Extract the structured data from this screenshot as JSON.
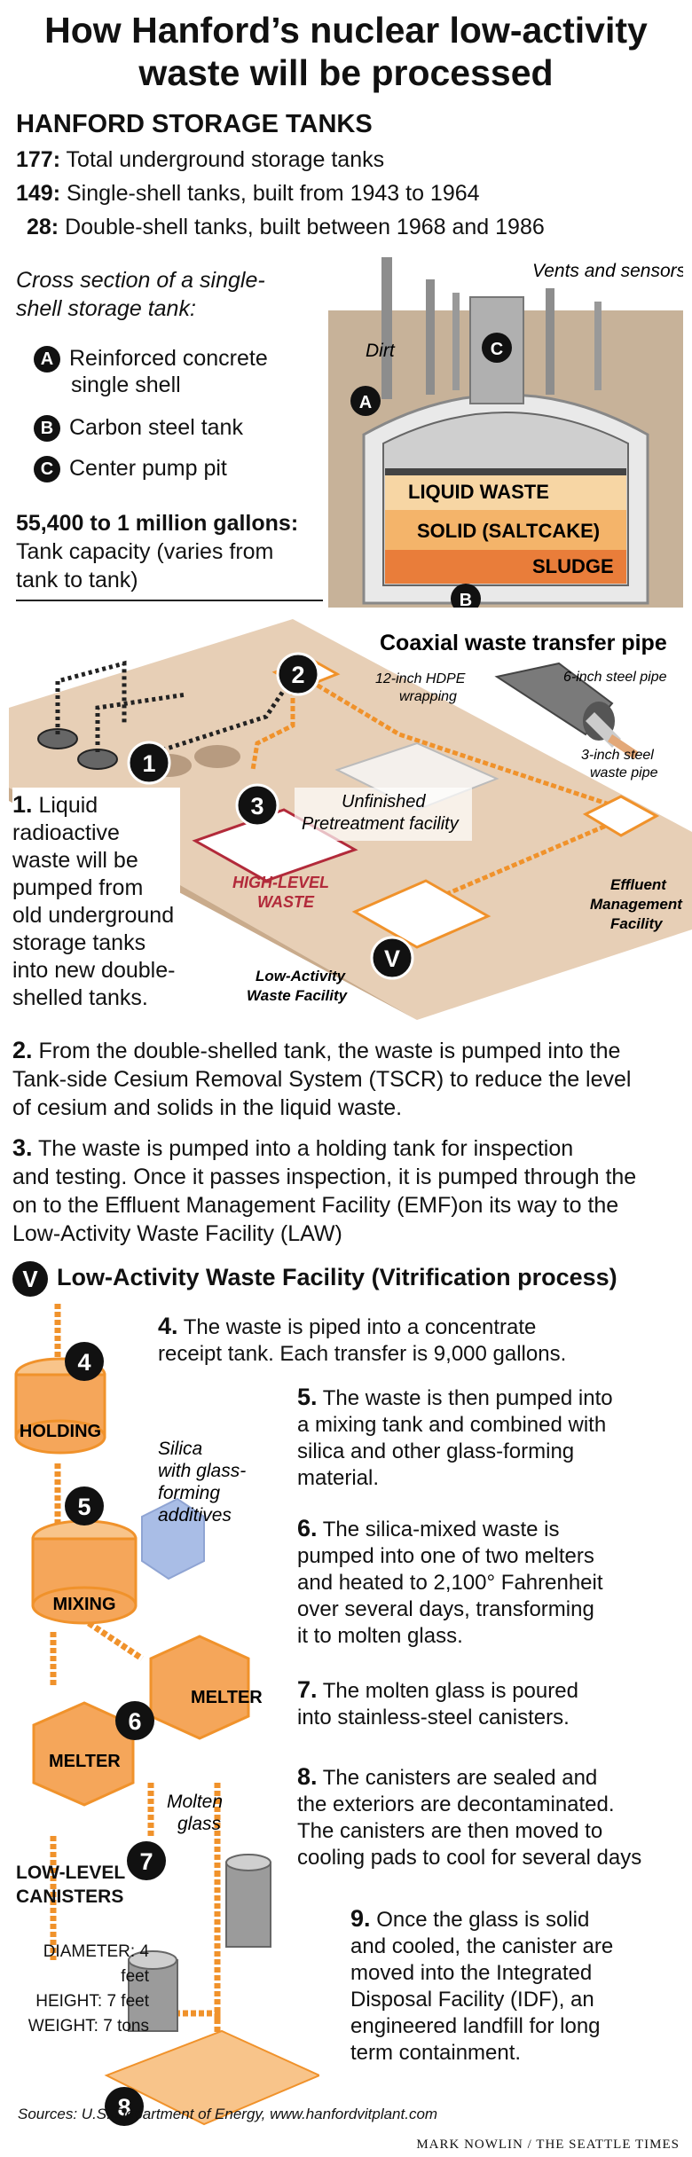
{
  "title_line1": "How Hanford’s nuclear low-activity",
  "title_line2": "waste will be processed",
  "storage": {
    "heading": "HANFORD STORAGE TANKS",
    "rows": [
      {
        "num": "177:",
        "text": " Total underground storage tanks"
      },
      {
        "num": "149:",
        "text": " Single-shell tanks, built from 1943 to 1964"
      },
      {
        "num": "28:",
        "text": " Double-shell tanks, built between 1968 and 1986"
      }
    ]
  },
  "cross_section": {
    "caption_line1": "Cross section of a single-",
    "caption_line2": "shell storage tank:",
    "legend": [
      {
        "key": "A",
        "line1": "Reinforced concrete",
        "line2": "single shell"
      },
      {
        "key": "B",
        "line1": "Carbon steel tank",
        "line2": ""
      },
      {
        "key": "C",
        "line1": "Center pump pit",
        "line2": ""
      }
    ],
    "vents_label": "Vents and sensors",
    "dirt_label": "Dirt",
    "liquid_label": "LIQUID WASTE",
    "solid_label": "SOLID (SALTCAKE)",
    "sludge_label": "SLUDGE"
  },
  "capacity": {
    "value": "55,400 to 1 million gallons:",
    "line2": "Tank capacity (varies from",
    "line3": "tank to tank)"
  },
  "pipe": {
    "heading": "Coaxial waste transfer pipe",
    "hdpe_line1": "12-inch HDPE",
    "hdpe_line2": "wrapping",
    "steel6": "6-inch steel pipe",
    "steel3_line1": "3-inch steel",
    "steel3_line2": "waste pipe"
  },
  "site": {
    "pretreat_line1": "Unfinished",
    "pretreat_line2": "Pretreatment facility",
    "hlw_line1": "HIGH-LEVEL",
    "hlw_line2": "WASTE",
    "effluent_line1": "Effluent",
    "effluent_line2": "Management",
    "effluent_line3": "Facility",
    "law_line1": "Low-Activity",
    "law_line2": "Waste Facility",
    "markers": [
      "1",
      "2",
      "3",
      "V"
    ]
  },
  "step1": {
    "num": "1.",
    "lines": [
      " Liquid",
      "radioactive",
      "waste will be",
      "pumped from",
      "old underground",
      "storage tanks",
      "into new double-",
      "shelled tanks."
    ]
  },
  "step2": {
    "num": "2.",
    "lines": [
      " From the double-shelled tank, the waste is pumped into the",
      "Tank-side Cesium Removal System (TSCR) to reduce the level",
      "of cesium and solids in the liquid waste."
    ]
  },
  "step3": {
    "num": "3.",
    "lines": [
      " The waste is pumped into a holding tank for inspection",
      "and testing. Once it passes inspection, it is pumped through the",
      "on to the Effluent Management Facility (EMF)on its way to the",
      "Low-Activity Waste Facility (LAW)"
    ]
  },
  "vit": {
    "key": "V",
    "heading": "Low-Activity Waste Facility (Vitrification process)",
    "holding": "HOLDING",
    "mixing": "MIXING",
    "melter": "MELTER",
    "silica_line1": "Silica",
    "silica_line2": "with glass-",
    "silica_line3": "forming",
    "silica_line4": "additives",
    "molten_line1": "Molten",
    "molten_line2": "glass",
    "canisters_line1": "LOW-LEVEL",
    "canisters_line2": "CANISTERS",
    "diameter": "DIAMETER: 4 feet",
    "height": "HEIGHT: 7 feet",
    "weight": "WEIGHT: 7 tons",
    "markers": [
      "4",
      "5",
      "6",
      "7",
      "8"
    ]
  },
  "step4": {
    "num": "4.",
    "lines": [
      " The waste is piped into a concentrate",
      "receipt tank. Each transfer is 9,000 gallons."
    ]
  },
  "step5": {
    "num": "5.",
    "lines": [
      " The waste is then pumped into",
      "a mixing tank and combined with",
      "silica and other glass-forming",
      "material."
    ]
  },
  "step6": {
    "num": "6.",
    "lines": [
      " The silica-mixed waste is",
      "pumped into one of two melters",
      "and heated to 2,100° Fahrenheit",
      "over several days, transforming",
      "it to molten glass."
    ]
  },
  "step7": {
    "num": "7.",
    "lines": [
      " The molten glass is poured",
      "into stainless-steel canisters."
    ]
  },
  "step8": {
    "num": "8.",
    "lines": [
      " The canisters are sealed and",
      "the exteriors are decontaminated.",
      "The canisters are then moved to",
      "cooling pads to cool for several days"
    ]
  },
  "step9": {
    "num": "9.",
    "lines": [
      " Once the glass is solid",
      "and cooled, the canister are",
      "moved into the Integrated",
      "Disposal Facility (IDF), an",
      "engineered landfill for long",
      "term containment."
    ]
  },
  "sources": "Sources: U.S. Department of Energy, www.hanfordvitplant.com",
  "credit": "MARK NOWLIN / THE SEATTLE TIMES",
  "colors": {
    "orange": "#f0922b",
    "orange_light": "#f8c48a",
    "tan": "#e7cfb6",
    "tan_dark": "#c9ab8c",
    "dirt": "#c7b299",
    "gray": "#9a9a9a"
  }
}
